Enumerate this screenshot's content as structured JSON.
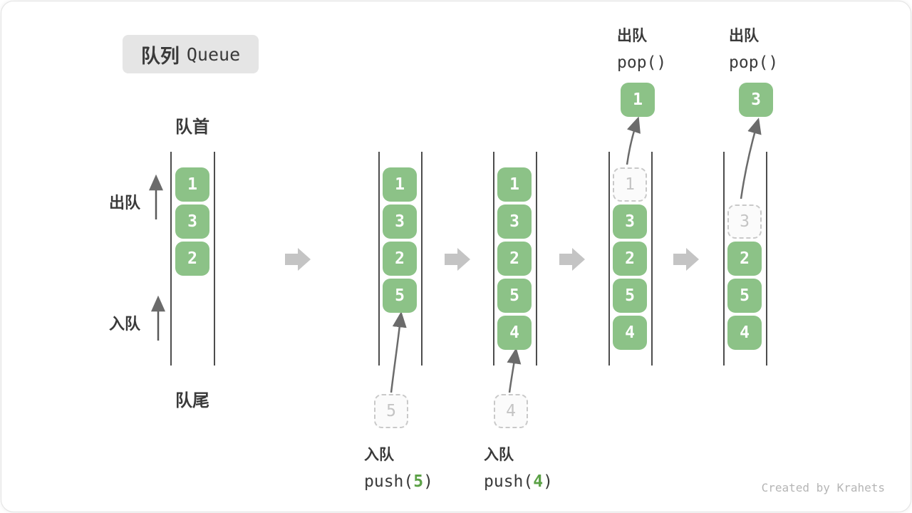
{
  "title": {
    "zh": "队列",
    "en": "Queue"
  },
  "labels": {
    "front": "队首",
    "rear": "队尾",
    "dequeue_side": "出队",
    "enqueue_side": "入队"
  },
  "states": [
    {
      "cells": [
        "1",
        "3",
        "2"
      ]
    },
    {
      "cells": [
        "1",
        "3",
        "2",
        "5"
      ],
      "incoming": "5"
    },
    {
      "cells": [
        "1",
        "3",
        "2",
        "5",
        "4"
      ],
      "incoming": "4"
    },
    {
      "cells": [
        "3",
        "2",
        "5",
        "4"
      ],
      "ghost": "1",
      "popped": "1"
    },
    {
      "cells": [
        "2",
        "5",
        "4"
      ],
      "ghost": "3",
      "popped": "3"
    }
  ],
  "annotations": {
    "enqueue5": {
      "label": "入队",
      "fn_open": "push(",
      "arg": "5",
      "fn_close": ")"
    },
    "enqueue4": {
      "label": "入队",
      "fn_open": "push(",
      "arg": "4",
      "fn_close": ")"
    },
    "pop_first": {
      "label": "出队",
      "code": "pop()"
    },
    "pop_second": {
      "label": "出队",
      "code": "pop()"
    }
  },
  "watermark": "Created by Krahets",
  "colors": {
    "cell_green": "#8cc287",
    "arg_green": "#5ba146",
    "block_arrow_gray": "#c4c4c4",
    "ghost_gray": "#c9c9c9",
    "text_dark": "#3a3a3a"
  }
}
